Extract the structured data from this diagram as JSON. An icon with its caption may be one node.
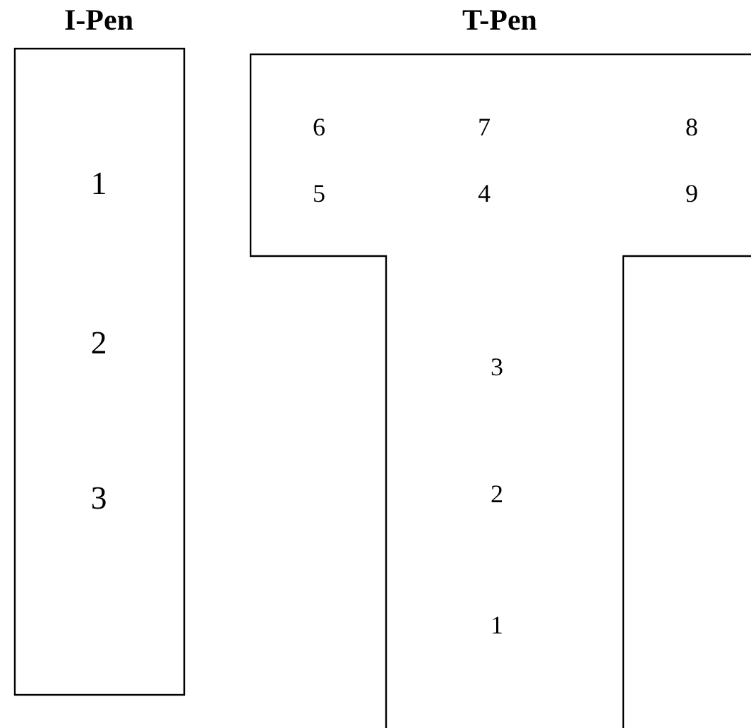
{
  "diagram": {
    "nodes": [
      {
        "text": [
          "I-Pen",
          "1",
          "2",
          "3"
        ]
      },
      {
        "text": [
          "T-Pen",
          "6",
          "7",
          "8",
          "5",
          "4",
          "9",
          "3",
          "2",
          "1"
        ]
      }
    ]
  }
}
